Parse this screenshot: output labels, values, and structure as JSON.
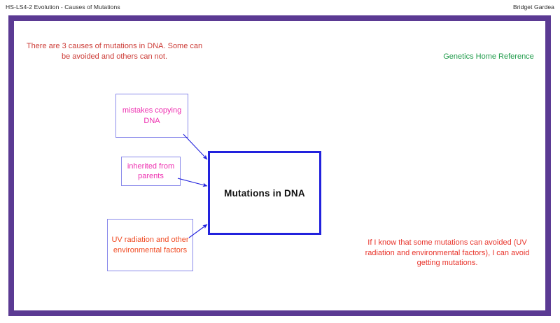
{
  "header": {
    "title": "HS-LS4-2 Evolution - Causes of Mutations",
    "author": "Bridget Gardea"
  },
  "slide": {
    "frame_color": "#5b3a93",
    "background": "#ffffff",
    "intro_text": "There are 3 causes of mutations in DNA. Some can be avoided and others can not.",
    "source_label": "Genetics Home Reference",
    "conclusion_text": "If I know that some mutations can avoided (UV radiation and environmental factors), I can avoid getting mutations.",
    "colors": {
      "intro": "#cc3b36",
      "source": "#1f9b4a",
      "conclusion": "#e8342b",
      "cause_text_magenta": "#ee2fb0",
      "cause_text_orange": "#f04a22",
      "cause_border": "#8a8aea",
      "main_border": "#2222dd",
      "main_text": "#111111",
      "arrow": "#2222dd"
    }
  },
  "diagram": {
    "type": "concept-map",
    "center_node": {
      "label": "Mutations in DNA"
    },
    "cause_nodes": [
      {
        "label": "mistakes copying DNA"
      },
      {
        "label": "inherited from parents"
      },
      {
        "label": "UV radiation and other environmental factors"
      }
    ],
    "edges": [
      {
        "from": "mistakes copying DNA",
        "to": "Mutations in DNA"
      },
      {
        "from": "inherited from parents",
        "to": "Mutations in DNA"
      },
      {
        "from": "UV radiation and other environmental factors",
        "to": "Mutations in DNA"
      }
    ]
  }
}
